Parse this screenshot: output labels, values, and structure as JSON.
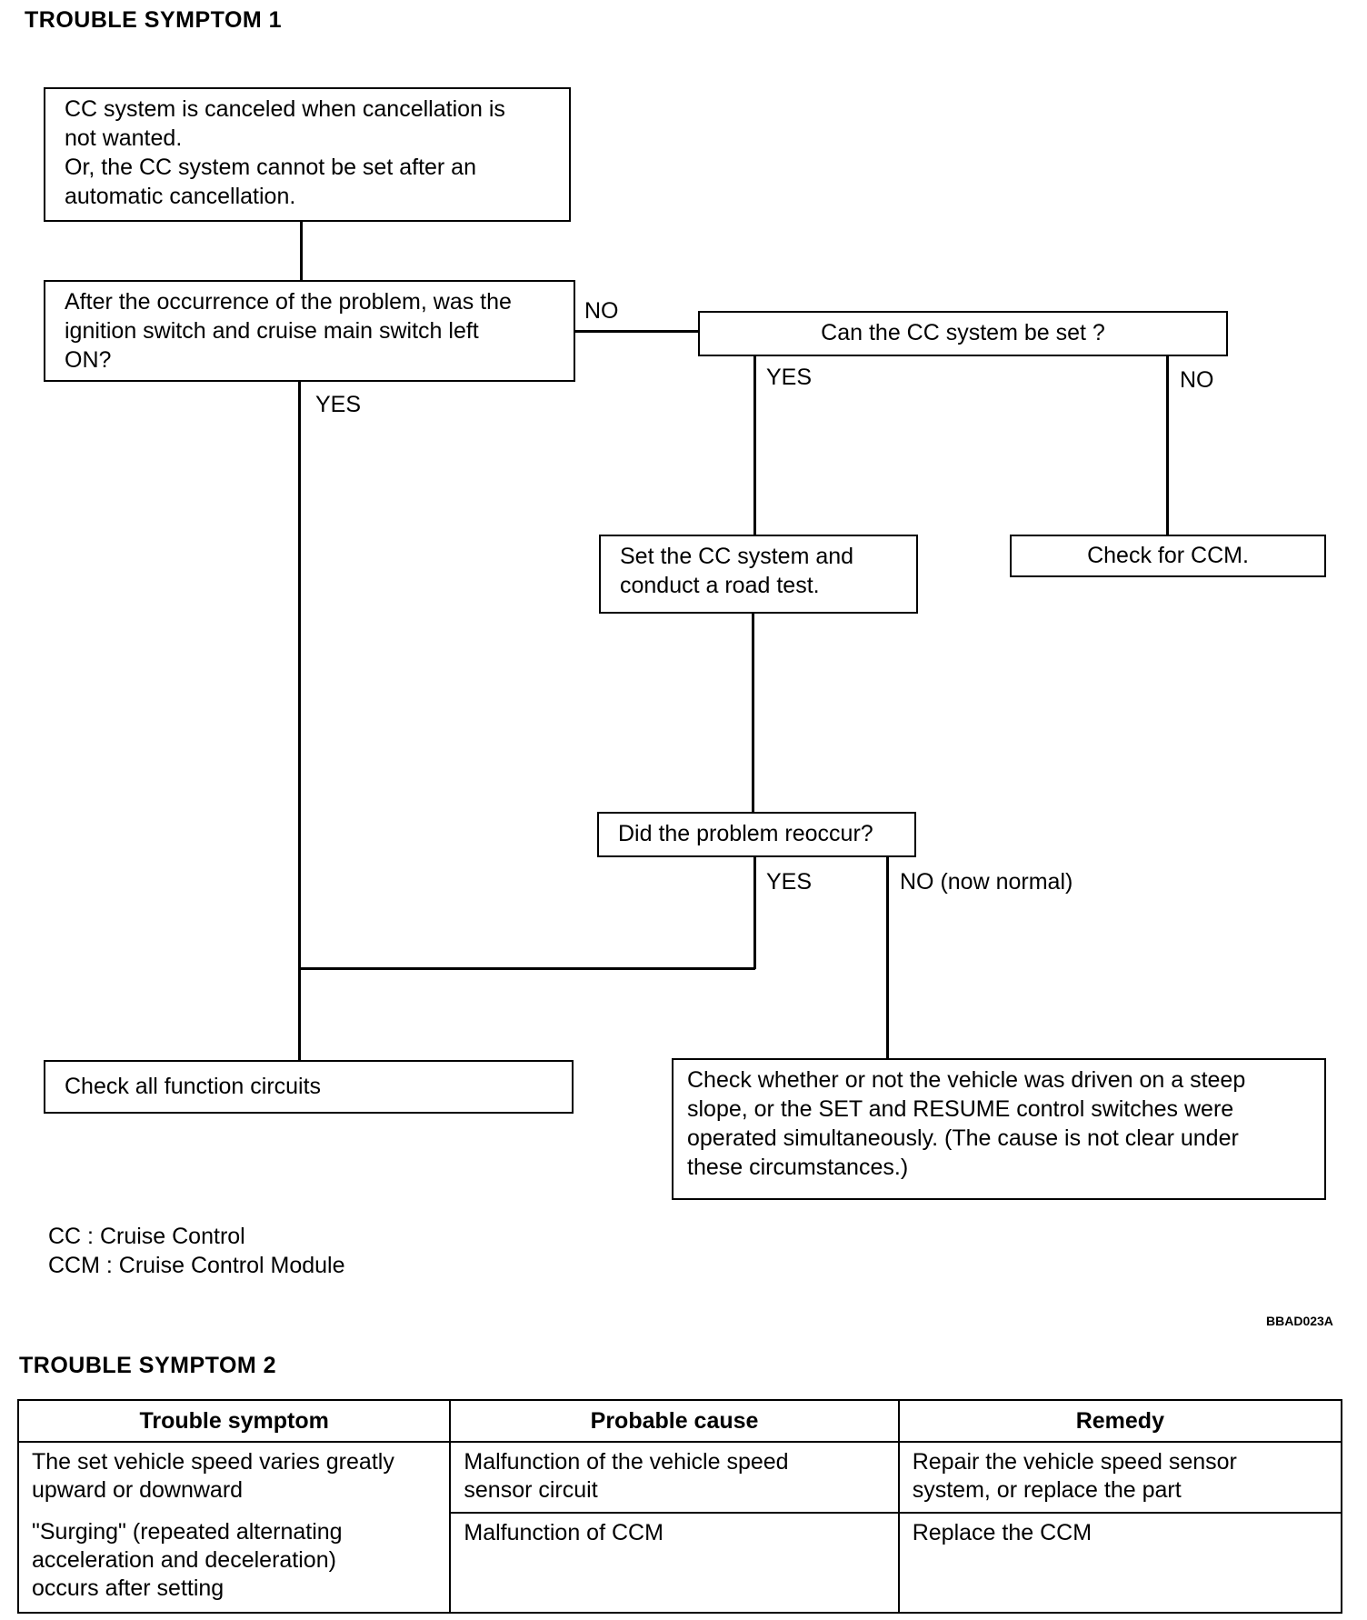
{
  "symptom1": {
    "heading": "TROUBLE SYMPTOM 1",
    "nodes": {
      "start": [
        "CC system is canceled when cancellation is",
        "not wanted.",
        "Or, the CC system cannot be set after an",
        "automatic cancellation."
      ],
      "q_ignition": [
        "After the occurrence of the problem, was the",
        "ignition switch and cruise main switch left",
        "ON?"
      ],
      "q_can_set": "Can the CC system be set ?",
      "set_road_test": [
        "Set the CC system and",
        "conduct a road test."
      ],
      "check_ccm": "Check for CCM.",
      "q_reoccur": "Did the problem reoccur?",
      "check_circuits": "Check all function circuits",
      "check_slope": [
        "Check whether or not the vehicle was driven on a steep",
        "slope, or the SET and RESUME control switches were",
        "operated simultaneously. (The cause is not clear under",
        "these circumstances.)"
      ]
    },
    "labels": {
      "ignition_no": "NO",
      "ignition_yes": "YES",
      "can_set_yes": "YES",
      "can_set_no": "NO",
      "reoccur_yes": "YES",
      "reoccur_no": "NO (now normal)"
    },
    "legend": [
      "CC : Cruise Control",
      "CCM : Cruise Control Module"
    ],
    "figure_code": "BBAD023A"
  },
  "symptom2": {
    "heading": "TROUBLE SYMPTOM 2",
    "columns": [
      "Trouble symptom",
      "Probable cause",
      "Remedy"
    ],
    "rows": [
      {
        "symptom": [
          "The set vehicle speed varies greatly",
          "upward or downward"
        ],
        "cause": [
          "Malfunction of the vehicle speed",
          "sensor circuit"
        ],
        "remedy": [
          "Repair the vehicle speed sensor",
          "system, or replace the part"
        ]
      },
      {
        "symptom": [
          "\"Surging\" (repeated alternating",
          "acceleration and deceleration)",
          "occurs after setting"
        ],
        "cause": [
          "Malfunction of CCM"
        ],
        "remedy": [
          "Replace the CCM"
        ]
      }
    ]
  }
}
